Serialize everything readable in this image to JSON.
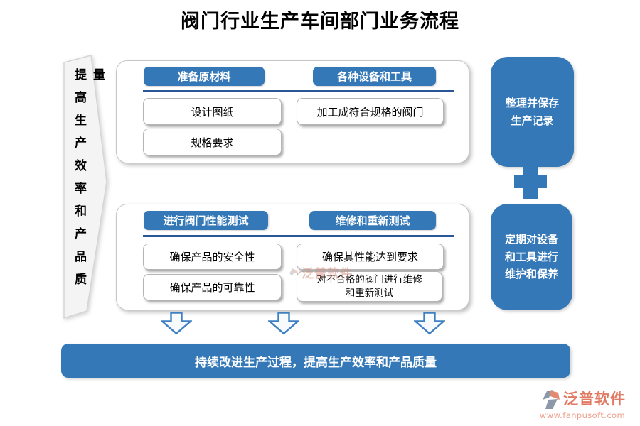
{
  "title": "阀门行业生产车间部门业务流程",
  "left_banner": {
    "text": "提高生产效率和产品质量"
  },
  "groups": [
    {
      "columns": [
        {
          "header": "准备原材料",
          "items": [
            "设计图纸",
            "规格要求"
          ]
        },
        {
          "header": "各种设备和工具",
          "items": [
            "加工成符合规格的阀门"
          ]
        }
      ]
    },
    {
      "columns": [
        {
          "header": "进行阀门性能测试",
          "items": [
            "确保产品的安全性",
            "确保产品的可靠性"
          ]
        },
        {
          "header": "维修和重新测试",
          "items": [
            "确保其性能达到要求",
            "对不合格的阀门进行维修和重新测试"
          ]
        }
      ]
    }
  ],
  "side_boxes": [
    {
      "text": "整理并保存生产记录"
    },
    {
      "text": "定期对设备和工具进行维护和保养"
    }
  ],
  "bottom_banner": {
    "text": "持续改进生产过程，提高生产效率和产品质量"
  },
  "watermark": {
    "text": "泛普软件"
  },
  "logo": {
    "name": "泛普软件",
    "url": "www.fanpusoft.com"
  },
  "colors": {
    "primary_blue": "#3478b8",
    "separator_blue": "#2a5795",
    "arrow_stroke_blue": "#3f80c2",
    "logo_red": "#e07a62",
    "logo_gray": "#8d99ab"
  }
}
